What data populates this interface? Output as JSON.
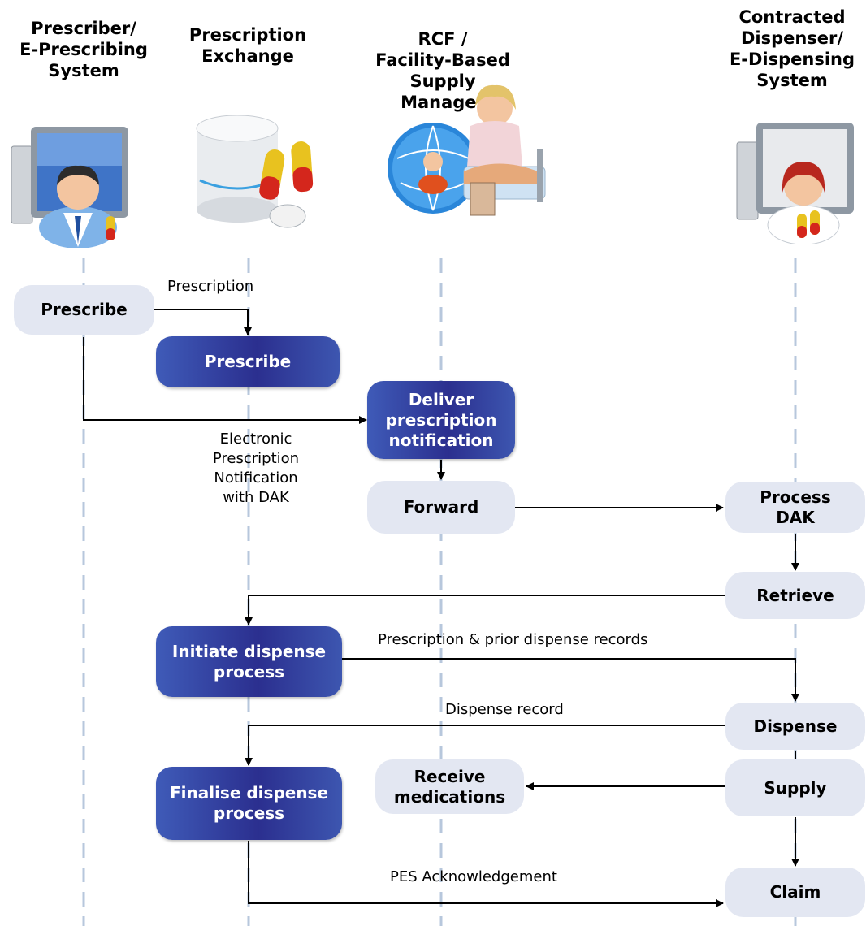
{
  "lanes": {
    "prescriber": "Prescriber/\nE-Prescribing\nSystem",
    "exchange": "Prescription\nExchange",
    "rcf": "RCF /\nFacility-Based Supply\nManager",
    "dispenser": "Contracted\nDispenser/\nE-Dispensing\nSystem"
  },
  "icons": {
    "prescriber": "doctor-computer-icon",
    "exchange": "database-pills-icon",
    "rcf": "nurse-patient-network-icon",
    "dispenser": "pharmacist-computer-icon"
  },
  "steps": {
    "prescribe_src": "Prescribe",
    "prescribe_exchange": "Prescribe",
    "deliver": "Deliver\nprescription\nnotification",
    "forward": "Forward",
    "process_dak": "Process\nDAK",
    "retrieve": "Retrieve",
    "initiate": "Initiate dispense\nprocess",
    "dispense": "Dispense",
    "finalise": "Finalise dispense\nprocess",
    "receive": "Receive\nmedications",
    "supply": "Supply",
    "claim": "Claim"
  },
  "messages": {
    "prescription": "Prescription",
    "notification": "Electronic\nPrescription\nNotification\nwith DAK",
    "records": "Prescription & prior dispense records",
    "dispense_record": "Dispense record",
    "pes_ack": "PES Acknowledgement"
  },
  "colors": {
    "dark_box": "#2b2f8f",
    "light_box": "#e3e7f2",
    "lifeline": "#b7c7dc",
    "arrow": "#000000"
  }
}
